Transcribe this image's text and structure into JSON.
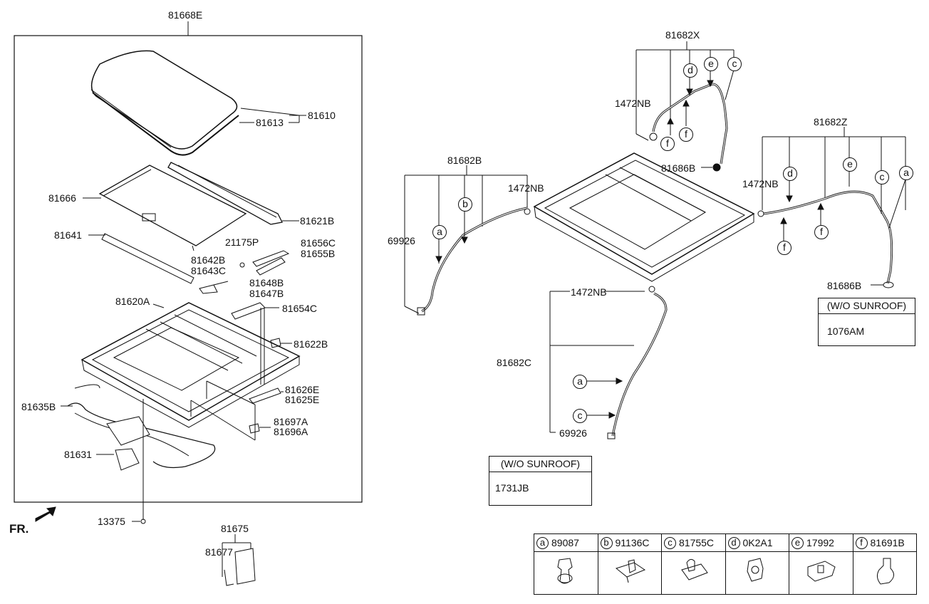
{
  "labels": {
    "l_81668E": "81668E",
    "l_81613": "81613",
    "l_81610": "81610",
    "l_81666": "81666",
    "l_81621B": "81621B",
    "l_81641": "81641",
    "l_21175P": "21175P",
    "l_81656C": "81656C",
    "l_81655B": "81655B",
    "l_81642B": "81642B",
    "l_81643C": "81643C",
    "l_81648B": "81648B",
    "l_81647B": "81647B",
    "l_81620A": "81620A",
    "l_81654C": "81654C",
    "l_81622B": "81622B",
    "l_81626E": "81626E",
    "l_81625E": "81625E",
    "l_81635B": "81635B",
    "l_81697A": "81697A",
    "l_81696A": "81696A",
    "l_81631": "81631",
    "l_13375": "13375",
    "l_81675": "81675",
    "l_81677": "81677",
    "l_81682X": "81682X",
    "l_1472NB_top": "1472NB",
    "l_81686B_top": "81686B",
    "l_81682B": "81682B",
    "l_1472NB_left": "1472NB",
    "l_69926_left": "69926",
    "l_81682Z": "81682Z",
    "l_1472NB_right": "1472NB",
    "l_81686B_right": "81686B",
    "l_1472NB_mid": "1472NB",
    "l_81682C": "81682C",
    "l_69926_bottom": "69926"
  },
  "fr_label": "FR.",
  "wo_box_right": {
    "title": "(W/O SUNROOF)",
    "code": "1076AM"
  },
  "wo_box_left": {
    "title": "(W/O SUNROOF)",
    "code": "1731JB"
  },
  "callout_letters": [
    "a",
    "b",
    "c",
    "d",
    "e",
    "f"
  ],
  "legend": [
    {
      "letter": "a",
      "part": "89087"
    },
    {
      "letter": "b",
      "part": "91136C"
    },
    {
      "letter": "c",
      "part": "81755C"
    },
    {
      "letter": "d",
      "part": "0K2A1"
    },
    {
      "letter": "e",
      "part": "17992"
    },
    {
      "letter": "f",
      "part": "81691B"
    }
  ]
}
